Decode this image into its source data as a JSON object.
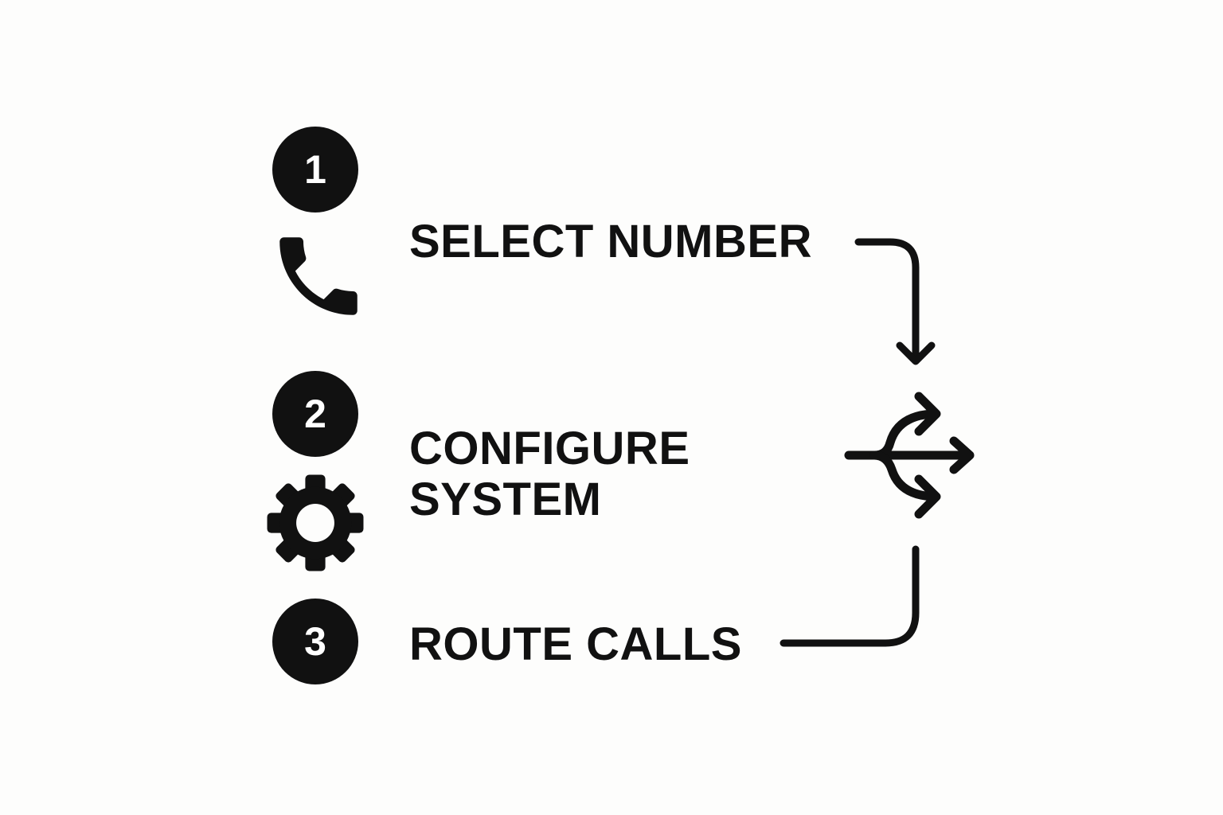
{
  "steps": [
    {
      "number": "1",
      "label_lines": [
        "SELECT NUMBER"
      ],
      "icon": "phone-icon"
    },
    {
      "number": "2",
      "label_lines": [
        "CONFIGURE",
        "SYSTEM"
      ],
      "icon": "gear-icon"
    },
    {
      "number": "3",
      "label_lines": [
        "ROUTE CALLS"
      ],
      "icon": "none"
    }
  ],
  "flow_icon": "split-arrows-icon",
  "colors": {
    "background": "#fdfdfc",
    "ink": "#111111",
    "badge_text": "#ffffff"
  }
}
